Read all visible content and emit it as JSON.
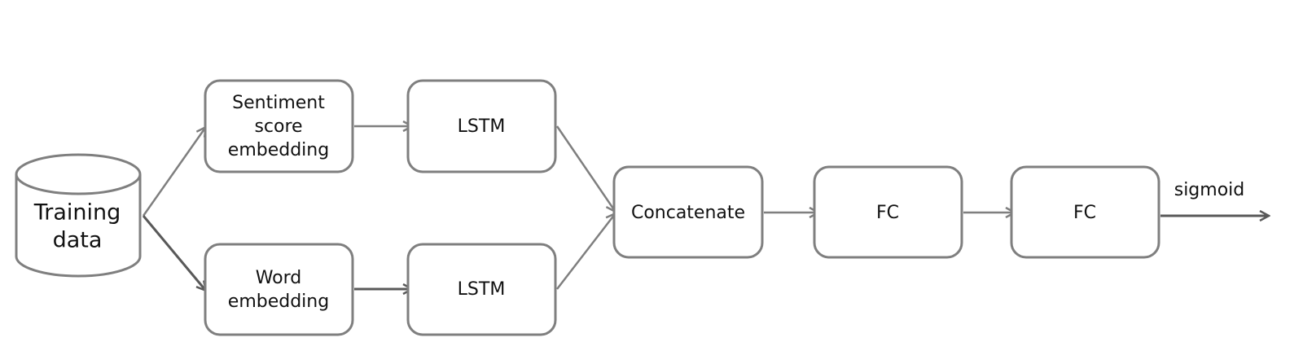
{
  "diagram": {
    "nodes": {
      "training_data": {
        "lines": [
          "Training",
          "data"
        ]
      },
      "sentiment_embedding": {
        "lines": [
          "Sentiment",
          "score",
          "embedding"
        ]
      },
      "word_embedding": {
        "lines": [
          "Word",
          "embedding"
        ]
      },
      "lstm_top": {
        "lines": [
          "LSTM"
        ]
      },
      "lstm_bottom": {
        "lines": [
          "LSTM"
        ]
      },
      "concatenate": {
        "lines": [
          "Concatenate"
        ]
      },
      "fc_1": {
        "lines": [
          "FC"
        ]
      },
      "fc_2": {
        "lines": [
          "FC"
        ]
      }
    },
    "edges": [
      {
        "from": "training_data",
        "to": "sentiment_embedding"
      },
      {
        "from": "training_data",
        "to": "word_embedding"
      },
      {
        "from": "sentiment_embedding",
        "to": "lstm_top"
      },
      {
        "from": "word_embedding",
        "to": "lstm_bottom"
      },
      {
        "from": "lstm_top",
        "to": "concatenate"
      },
      {
        "from": "lstm_bottom",
        "to": "concatenate"
      },
      {
        "from": "concatenate",
        "to": "fc_1"
      },
      {
        "from": "fc_1",
        "to": "fc_2"
      },
      {
        "from": "fc_2",
        "to": "output",
        "label": "sigmoid"
      }
    ]
  }
}
